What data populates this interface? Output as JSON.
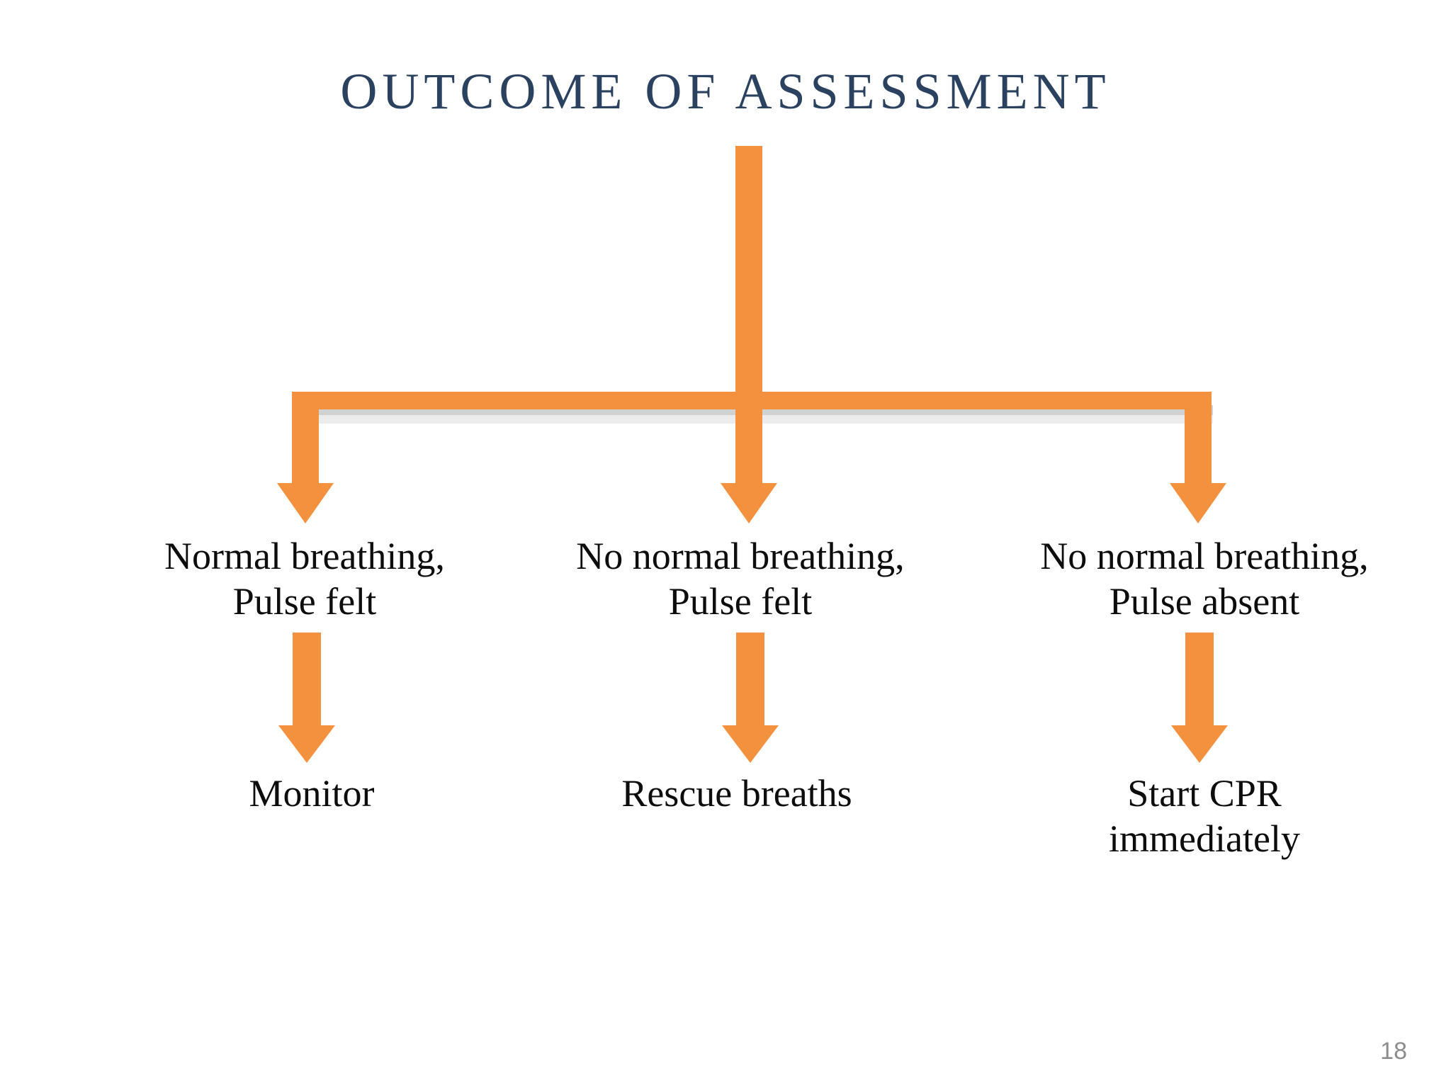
{
  "slide": {
    "title": "OUTCOME OF ASSESSMENT",
    "page_number": "18",
    "background_color": "#ffffff",
    "title_color": "#2a4160",
    "accent_color": "#F4913E",
    "shadow_color": "#bfbfbf",
    "text_color": "#0d0d0d",
    "page_number_color": "#8d8d8d"
  },
  "flow": {
    "trunk": {
      "name": "assessment-trunk-arrow",
      "description": "vertical orange trunk descending from the title into the horizontal distribution bar"
    },
    "branches": [
      {
        "id": "branch-1",
        "condition_line_1": "Normal breathing,",
        "condition_line_2": "Pulse felt",
        "action_line_1": "Monitor",
        "action_line_2": ""
      },
      {
        "id": "branch-2",
        "condition_line_1": "No normal breathing,",
        "condition_line_2": "Pulse felt",
        "action_line_1": "Rescue breaths",
        "action_line_2": ""
      },
      {
        "id": "branch-3",
        "condition_line_1": "No normal breathing,",
        "condition_line_2": "Pulse absent",
        "action_line_1": "Start CPR",
        "action_line_2": "immediately"
      }
    ]
  }
}
